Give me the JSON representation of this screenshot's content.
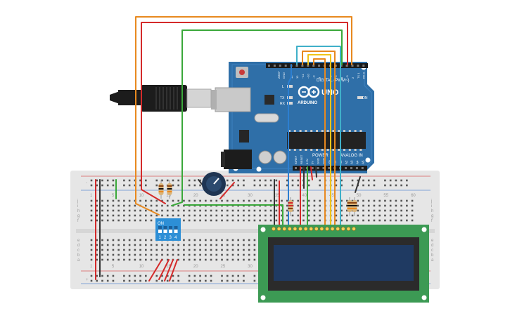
{
  "arduino": {
    "brand": "ARDUINO",
    "model": "UNO",
    "digital_label": "DIGITAL (PWM~)",
    "power_label": "POWER",
    "analog_label": "ANALOG IN",
    "on_label": "ON",
    "aref_label": "AREF",
    "gnd_label": "GND",
    "tx_label": "TX",
    "rx_label": "RX",
    "l_label": "L",
    "pin_labels_digital": [
      "13",
      "12",
      "~11",
      "~10",
      "~9",
      "8",
      "7",
      "~6",
      "~5",
      "4",
      "~3",
      "2",
      "TX 1",
      "RX 0"
    ],
    "pin_labels_power": [
      "IOREF",
      "RESET",
      "3.3V",
      "5V",
      "GND",
      "GND",
      "Vin"
    ],
    "pin_labels_analog": [
      "A0",
      "A1",
      "A2",
      "A3",
      "A4",
      "A5"
    ],
    "board_color": "#2f6fa8"
  },
  "breadboard": {
    "column_numbers": [
      "1",
      "5",
      "10",
      "15",
      "20",
      "25",
      "30",
      "35",
      "40",
      "45",
      "50",
      "55",
      "60"
    ],
    "row_letters_top": [
      "j",
      "i",
      "h",
      "g",
      "f"
    ],
    "row_letters_bottom": [
      "e",
      "d",
      "c",
      "b",
      "a"
    ],
    "rail_minus": "-",
    "rail_plus": "+"
  },
  "dip_switch": {
    "on_label": "ON",
    "switch_numbers": [
      "1",
      "2",
      "3",
      "4"
    ],
    "color": "#2d8fd6"
  },
  "lcd": {
    "board_color": "#3c9a54",
    "screen_color": "#1f3a62"
  },
  "wire_colors": {
    "orange": "#e8891f",
    "red": "#d42a2a",
    "green": "#3aa83a",
    "yellow": "#f0c419",
    "cyan": "#3fb0c9",
    "blue": "#2c7fd1",
    "black": "#333333"
  }
}
